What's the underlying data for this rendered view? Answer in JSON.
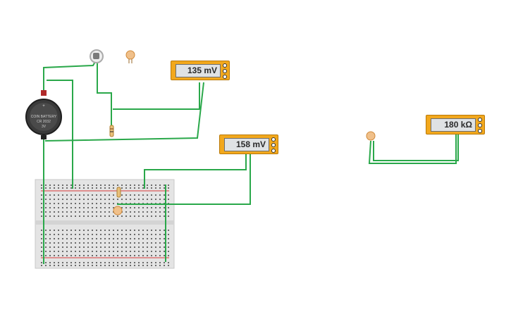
{
  "multimeters": [
    {
      "id": "m1",
      "reading": "135 mV"
    },
    {
      "id": "m2",
      "reading": "158 mV"
    },
    {
      "id": "m3",
      "reading": "180 kΩ"
    }
  ],
  "battery": {
    "line1": "COIN BATTERY",
    "line2": "CR 2032",
    "line3": "3V"
  },
  "colors": {
    "wire": "#2aa84a",
    "multimeter_body": "#f2a81d",
    "multimeter_screen": "#dfe2e4",
    "breadboard": "#e4e4e4",
    "rail_red": "#d83a3a",
    "battery_body": "#3a3a3a"
  }
}
